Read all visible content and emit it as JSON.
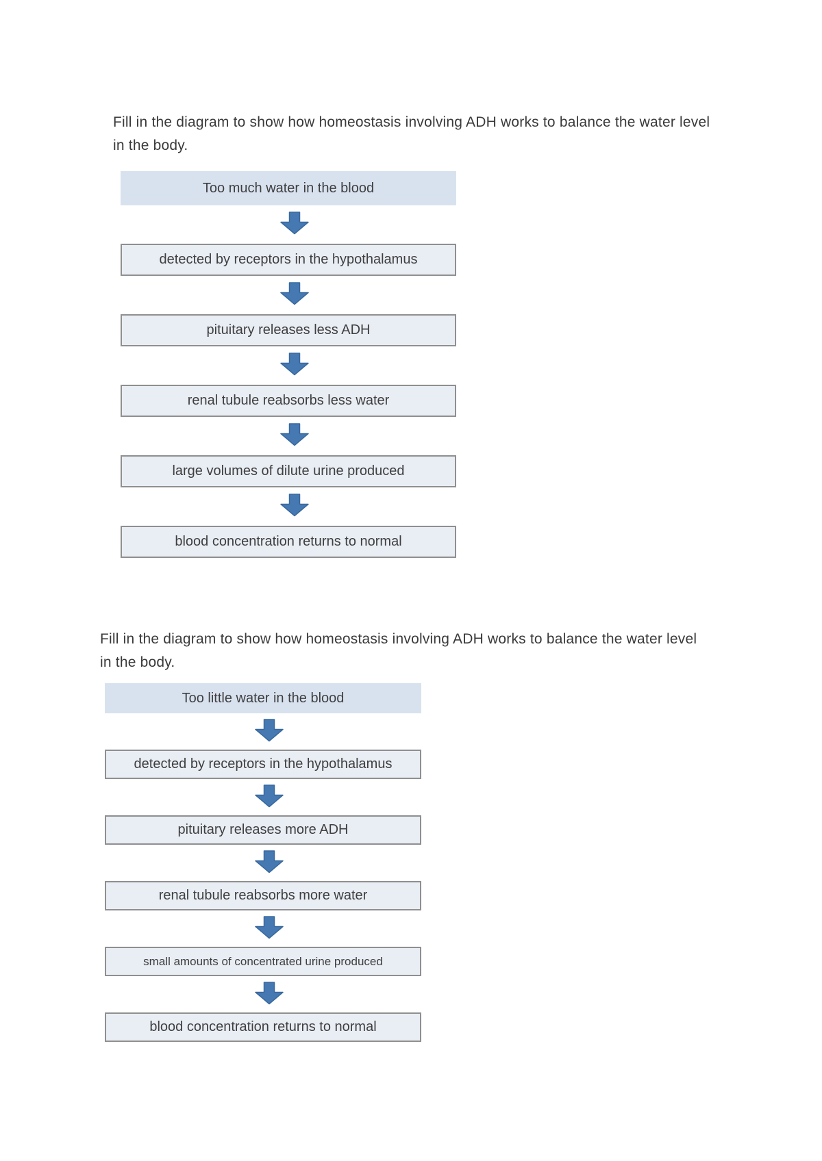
{
  "colors": {
    "start_box_bg": "#d8e2ef",
    "step_box_bg": "#e9edf4",
    "step_box_border": "#8f8f8f",
    "arrow_fill": "#4679b2",
    "arrow_stroke": "#38689e",
    "text": "#3a3a3a"
  },
  "diagrams": [
    {
      "instruction": "Fill in the diagram to show how homeostasis involving ADH works to balance the water level in the body.",
      "start": "Too much water in the blood",
      "steps": [
        "detected by receptors in the hypothalamus",
        "pituitary releases less ADH",
        "renal tubule reabsorbs less water",
        "large volumes of dilute urine produced",
        "blood concentration returns to normal"
      ]
    },
    {
      "instruction": "Fill in the diagram to show how homeostasis involving ADH works to balance the water level in the body.",
      "start": "Too little water in the blood",
      "steps": [
        "detected by receptors in the hypothalamus",
        "pituitary releases more ADH",
        "renal tubule reabsorbs more water",
        "small amounts of concentrated urine produced",
        "blood concentration returns to normal"
      ]
    }
  ]
}
